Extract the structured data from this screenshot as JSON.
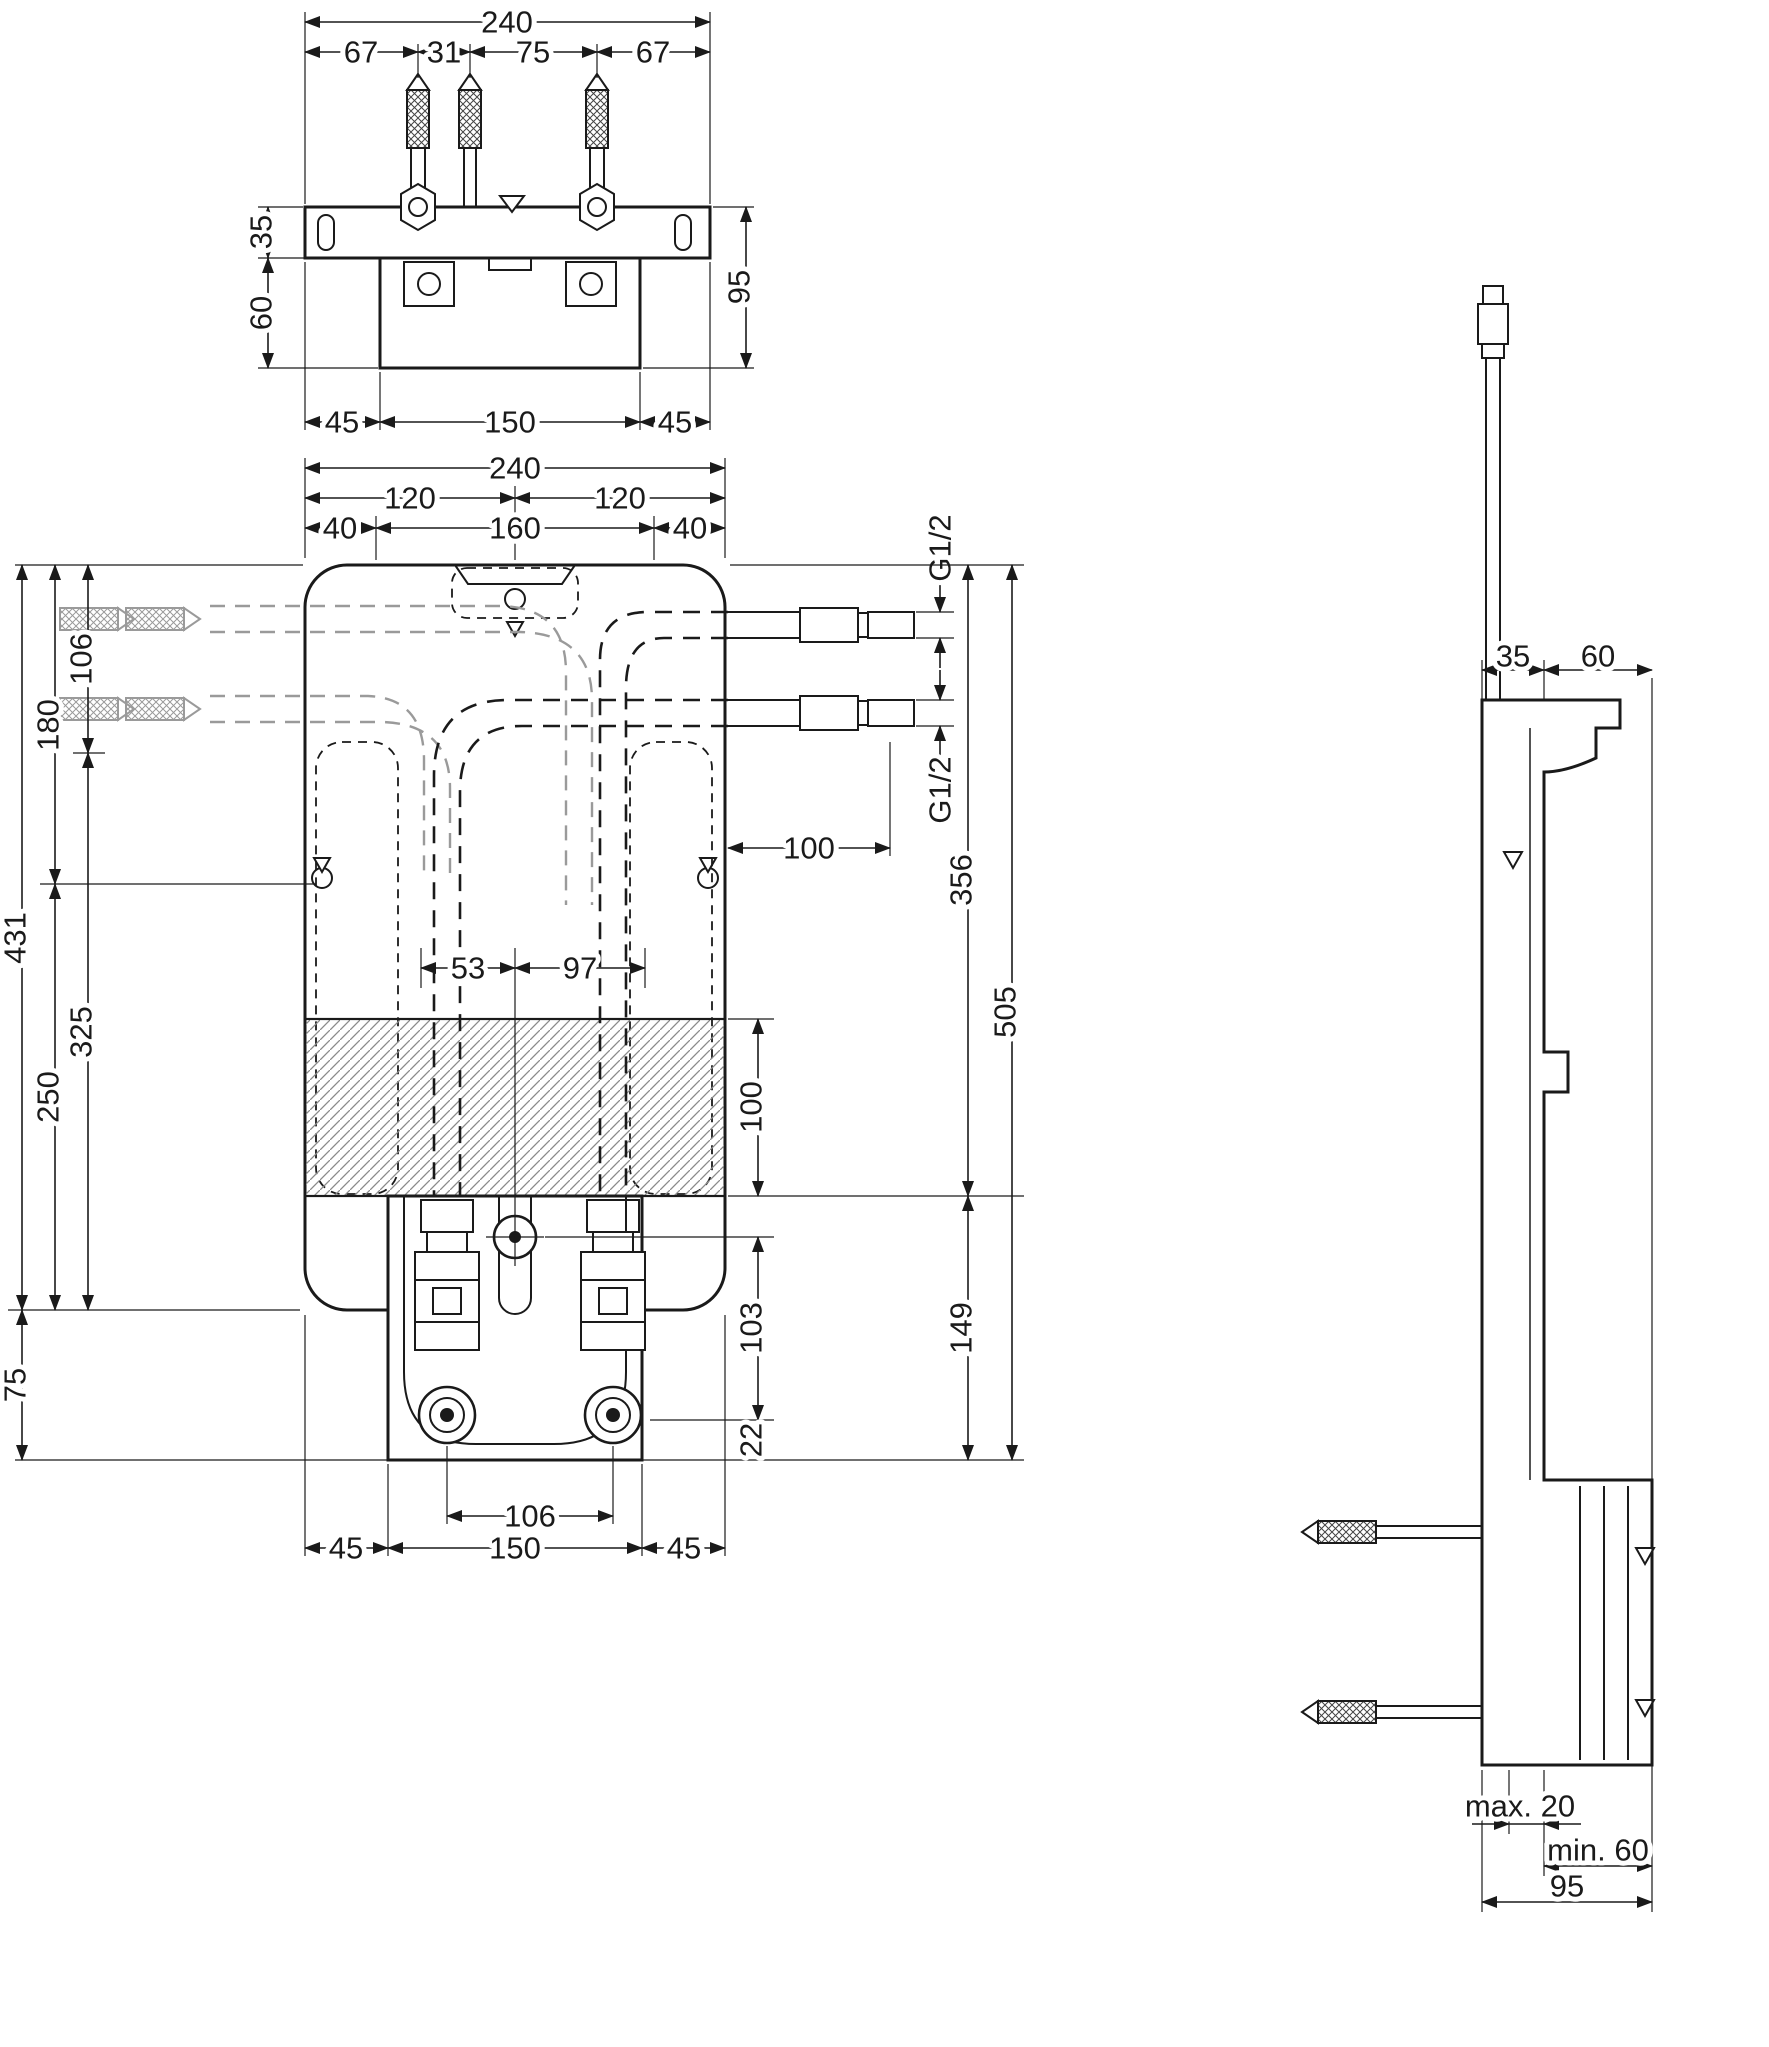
{
  "drawing": {
    "type": "installation-dimension-drawing",
    "units": "mm",
    "top": {
      "total": "240",
      "seg_a": "67",
      "seg_b": "31",
      "seg_c": "75",
      "seg_d": "67",
      "h_upper": "35",
      "h_lower": "60",
      "h_total": "95",
      "bot_l": "45",
      "bot_m": "150",
      "bot_r": "45"
    },
    "front": {
      "w_total": "240",
      "w_half_l": "120",
      "w_half_r": "120",
      "w_edge_l": "40",
      "w_mid": "160",
      "w_edge_r": "40",
      "l_106": "106",
      "l_180": "180",
      "l_431": "431",
      "l_325": "325",
      "l_250": "250",
      "l_75": "75",
      "i_53": "53",
      "i_97": "97",
      "r_g12_top": "G1/2",
      "r_g12_bot": "G1/2",
      "r_pipe_100": "100",
      "r_356": "356",
      "r_505": "505",
      "r_hatch_100": "100",
      "r_103": "103",
      "r_22": "22",
      "r_149": "149",
      "b_106": "106",
      "b_45l": "45",
      "b_150": "150",
      "b_45r": "45"
    },
    "side": {
      "d_35": "35",
      "d_60": "60",
      "max_20": "max. 20",
      "min_60": "min. 60",
      "d_95": "95"
    }
  }
}
